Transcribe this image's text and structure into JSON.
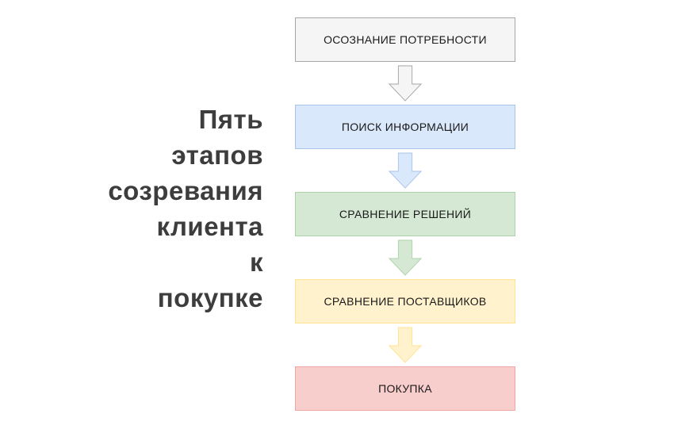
{
  "title": {
    "lines": [
      "Пять",
      "этапов",
      "созревания",
      "клиента",
      "к",
      "покупке"
    ]
  },
  "stages": [
    {
      "label": "ОСОЗНАНИЕ ПОТРЕБНОСТИ",
      "fill": "#f5f5f5",
      "stroke": "#a6a6a6"
    },
    {
      "label": "ПОИСК ИНФОРМАЦИИ",
      "fill": "#dae8fc",
      "stroke": "#a9c4eb"
    },
    {
      "label": "СРАВНЕНИЕ РЕШЕНИЙ",
      "fill": "#d5e8d4",
      "stroke": "#aed3ab"
    },
    {
      "label": "СРАВНЕНИЕ ПОСТАВЩИКОВ",
      "fill": "#fff2cc",
      "stroke": "#ffe392"
    },
    {
      "label": "ПОКУПКА",
      "fill": "#f8cecc",
      "stroke": "#f0a8a5"
    }
  ]
}
